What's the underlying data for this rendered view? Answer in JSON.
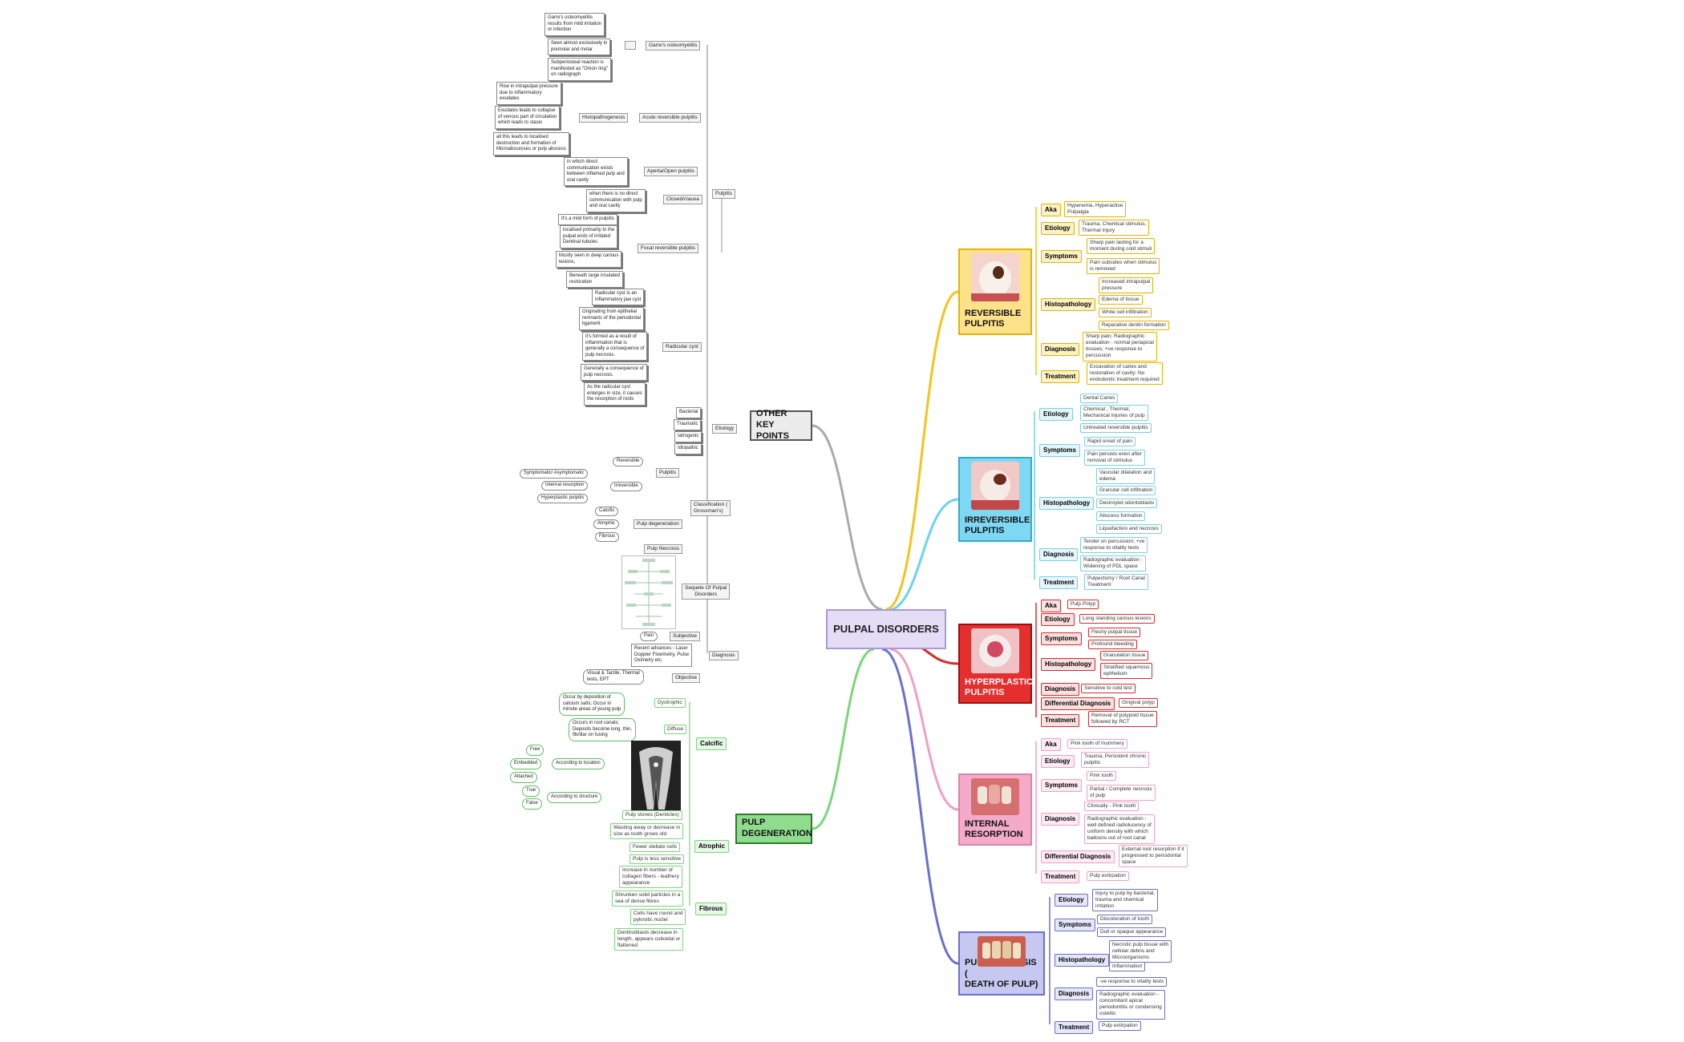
{
  "root": {
    "label": "PULPAL DISORDERS"
  },
  "colors": {
    "reversible": "#f7c21a",
    "irreversible": "#69d3f0",
    "hyperplastic": "#d92b2b",
    "internal": "#f0a0c0",
    "necrosis": "#6a6fd0",
    "other": "#aaaaaa",
    "degeneration": "#7ad67a"
  },
  "reversible": {
    "title": "REVERSIBLE\nPULPITIS",
    "icon": "tooth-caries-photo",
    "aka_label": "Aka",
    "aka": "Hyperemia, Hyperactive\nPulpalgia",
    "etiology_label": "Etiology",
    "etiology": "Trauma, Chemical stimulus,\nThermal injury",
    "symptoms_label": "Symptoms",
    "symptoms": [
      "Sharp pain lasting for a\nmoment during cold stimuli",
      "Pain subsides when stimulus\nis removed"
    ],
    "histo_label": "Histopathology",
    "histo": [
      "Increased intrapulpal\npressure",
      "Edema of tissue",
      "White cell infiltration",
      "Reparative dentin formation"
    ],
    "diagnosis_label": "Diagnosis",
    "diagnosis": "Sharp pain; Radiographic\nevaluation - normal periapical\ntissues; +ve response to\npercussion",
    "treatment_label": "Treatment",
    "treatment": "Excavation of caries and\nrestoration of cavity; No\nendodontic treatment required"
  },
  "irreversible": {
    "title": "IRREVERSIBLE\nPULPITIS",
    "icon": "tooth-deep-caries-photo",
    "etiology_label": "Etiology",
    "etiology": [
      "Dental Caries",
      "Chemical , Thermal,\nMechanical injuries of pulp",
      "Untreated reversible pulpitis"
    ],
    "symptoms_label": "Symptoms",
    "symptoms": [
      "Rapid onset of pain",
      "Pain persists even after\nremoval of stimulus"
    ],
    "histo_label": "Histopathology",
    "histo": [
      "Vascular dilatation and\nedema",
      "Granular cell infiltration",
      "Destroyed odontoblasts",
      "Abscess formation",
      "Liquefaction and necrosis"
    ],
    "diagnosis_label": "Diagnosis",
    "diagnosis": [
      "Tender on percussion; +ve\nresponse to vitality tests",
      "Radiographic evaluation -\nWidening of PDL space"
    ],
    "treatment_label": "Treatment",
    "treatment": "Pulpectomy / Root Canal\nTreatment"
  },
  "hyperplastic": {
    "title": "HYPERPLASTIC\nPULPITIS",
    "icon": "pulp-polyp-photo",
    "aka_label": "Aka",
    "aka": "Pulp Polyp",
    "etiology_label": "Etiology",
    "etiology": "Long standing carious lesions",
    "symptoms_label": "Symptoms",
    "symptoms": [
      "Fleshy pulpal tissue",
      "Profound bleeding"
    ],
    "histo_label": "Histopathology",
    "histo": [
      "Granulation tissue",
      "Stratified squamous\nepithelium"
    ],
    "diagnosis_label": "Diagnosis",
    "diagnosis": "Sensitive to cold test",
    "diffdx_label": "Differential Diagnosis",
    "diffdx": "Gingival polyp",
    "treatment_label": "Treatment",
    "treatment": "Removal of polypoid tissue\nfollowed by RCT"
  },
  "internal": {
    "title": "INTERNAL\nRESORPTION",
    "icon": "pink-tooth-photo",
    "aka_label": "Aka",
    "aka": "Pink tooth of mummery",
    "etiology_label": "Etiology",
    "etiology": "Trauma, Persistent chronic\npulpitis",
    "symptoms_label": "Symptoms",
    "symptoms": [
      "Pink tooth",
      "Partial / Complete necrosis\nof pulp"
    ],
    "diagnosis_label": "Diagnosis",
    "diagnosis": [
      "Clinically - Pink tooth",
      "Radiographic evaluation -\nwell defined radiolucency of\nuniform density with which\nballoons out of root canal"
    ],
    "diffdx_label": "Differential Diagnosis",
    "diffdx": "External root resorption if it\nprogressed to periodontal\nspace",
    "treatment_label": "Treatment",
    "treatment": "Pulp extirpation"
  },
  "necrosis": {
    "title": "PULP NECROSIS (\nDEATH OF PULP)",
    "icon": "necrotic-teeth-photo",
    "etiology_label": "Etiology",
    "etiology": "Injury to pulp by bacterial,\ntrauma and chemical\nirritation",
    "symptoms_label": "Symptoms",
    "symptoms": [
      "Discoloration of tooth",
      "Dull or opaque appearance"
    ],
    "histo_label": "Histopathology",
    "histo": [
      "Necrotic pulp tissue with\ncellular debris and\nMicroorganisms",
      "Inflammation"
    ],
    "diagnosis_label": "Diagnosis",
    "diagnosis": [
      "-ve response to vitality tests",
      "Radiographic evaluation -\nconcomitant apical\nperiodontitis or condensing\nosteitis"
    ],
    "treatment_label": "Treatment",
    "treatment": "Pulp extirpation"
  },
  "other": {
    "title": "OTHER KEY\nPOINTS",
    "pulpitis": {
      "label": "Pulpitis",
      "garre": {
        "label": "Garre's osteomyelitis",
        "leaves": [
          "Garre's osteomyelitis\nresults from mild irritation\nor infection",
          "Seen almost exclusively in\npremolar and molar",
          "Subperiosteal reaction  is\nmanifested as \"Onion ring\"\non radiograph"
        ]
      },
      "acute": {
        "label": "Acute reversible pulpitis",
        "sub": "Histopathogenesis",
        "leaves": [
          "Rise in intrapulpal pressure\ndue to inflammatory\nexudates",
          "Exudates leads to collapse\nof venous part of circulation\nwhich leads to stasis",
          "all this leads to localised\ndestruction and formation of\nMicroabscesses or pulp abscess"
        ]
      },
      "aperta": {
        "label": "Aperta/Open pulpitis",
        "leaf": "in which direct\ncommunication exists\nbetween inflamed pulp and\noral cavity"
      },
      "clausa": {
        "label": "Closed/clausa",
        "leaf": "when there is no direct\ncommunication with pulp\nand oral cavity"
      },
      "focal": {
        "label": "Focal reversible pulpitis",
        "leaves": [
          "It's a mild form of pulpitis",
          "localised primarily to the\npulpal ends of irritated\nDentinal tubules",
          "Mostly seen in deep carious\nlesions,",
          "Beneath large insulated\nrestoration"
        ]
      },
      "radicular": {
        "label": "Radicular cyst",
        "leaves": [
          "Radicular cyst is an\ninflammatory jaw cyst",
          "Originating from epithelial\nremnants of the periodontal\nligament",
          "It's formed  as a result of\ninflammation that is\ngenerally a consequence of\npulp necrosis.",
          "Generally a consequence of\npulp necrosis.",
          "As the radicular cyst\nenlarges in size, it causes\nthe resorption of roots"
        ]
      }
    },
    "etiology": {
      "label": "Etiology",
      "leaves": [
        "Bacterial",
        "Traumatic",
        "Iatrogenic",
        "Idiopathic"
      ]
    },
    "classification": {
      "label": "Classification (\nGrossman's)",
      "pulpitis": "Pulpitis",
      "reversible": "Reversible",
      "irreversible": "Irreversible",
      "irrev_leaves": [
        "Symptomatic/ Asymptomatic",
        "Internal resorption",
        "Hyperplastic pulpitis"
      ],
      "degeneration": "Pulp degeneration",
      "degen_leaves": [
        "Calcific",
        "Atrophic",
        "Fibrous"
      ],
      "necrosis": "Pulp Necrosis"
    },
    "sequelae": {
      "label": "Sequele Of Pulpal\nDisorders"
    },
    "diagnosis": {
      "label": "Diagnosis",
      "subjective": "Subjective",
      "pain": "Pain",
      "advances": "Recent advances - Laser\nDoppler Flowmetry, Pulse\nOximetry etc.",
      "objective": "Objective",
      "obj_leaf": "Visual & Tactile, Thermal\ntests, EPT"
    }
  },
  "degeneration": {
    "title": "PULP\nDEGENERATION",
    "calcific": {
      "label": "Calcific",
      "dystrophic": "Dystrophic",
      "dystrophic_leaf": "Occur by deposition of\ncalcium salts; Occur in\nminute areas of young pulp",
      "diffuse": "Diffuse",
      "diffuse_leaf": "Occurs in root canals;\nDeposits become long, thin,\nfibrillar on fusing",
      "stones": "Pulp stones (Denticles)",
      "location": "According to location",
      "loc_leaves": [
        "Free",
        "Embedded",
        "Attached"
      ],
      "structure": "According to structure",
      "str_leaves": [
        "True",
        "False"
      ]
    },
    "atrophic": {
      "label": "Atrophic",
      "leaves": [
        "Wasting away or decrease in\nsize as tooth grows old",
        "Fewer stellate cells",
        "Pulp is less sensitive"
      ]
    },
    "fibrous": {
      "label": "Fibrous",
      "leaves": [
        "Increase in number of\ncollagen fibers - leathery\nappearance",
        "Shrunken solid particles in a\nsea of dense fibres",
        "Cells have round and\npyknotic nuclei",
        "Dentinoblasts decrease in\nlength, appears cuboidal or\nflattened"
      ]
    }
  }
}
